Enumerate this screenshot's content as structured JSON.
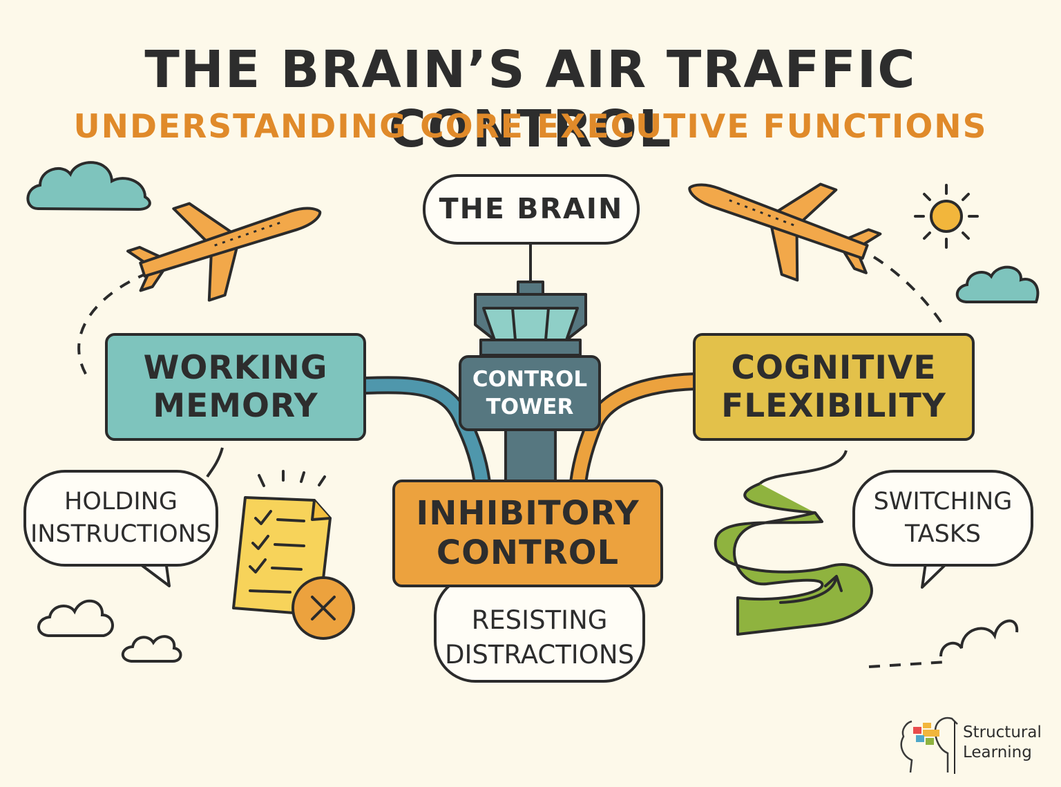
{
  "title": "THE BRAIN’S AIR TRAFFIC CONTROL",
  "subtitle": "UNDERSTANDING CORE EXECUTIVE FUNCTIONS",
  "brain_label": "THE BRAIN",
  "tower_label": "CONTROL\nTOWER",
  "functions": {
    "working_memory": {
      "label": "WORKING\nMEMORY",
      "example": "HOLDING\nINSTRUCTIONS",
      "color": "#7ec4bd"
    },
    "cognitive_flexibility": {
      "label": "COGNITIVE\nFLEXIBILITY",
      "example": "SWITCHING\nTASKS",
      "color": "#e3c14a"
    },
    "inhibitory_control": {
      "label": "INHIBITORY\nCONTROL",
      "example": "RESISTING\nDISTRACTIONS",
      "color": "#eca23e"
    }
  },
  "logo": {
    "line1": "Structural",
    "line2": "Learning"
  },
  "colors": {
    "background": "#fdf9ea",
    "teal": "#7ec4bd",
    "tower_dark": "#567780",
    "orange": "#eca23e",
    "plane_orange": "#f2a84a",
    "yellow": "#e3c14a",
    "green": "#8fb33f",
    "subtitle": "#e08a2a"
  },
  "icons": [
    "cloud-icon",
    "airplane-icon",
    "sun-icon",
    "control-tower-icon",
    "checklist-icon",
    "cancel-x-icon",
    "winding-road-icon",
    "curved-arrow-icon",
    "head-logo-icon"
  ]
}
